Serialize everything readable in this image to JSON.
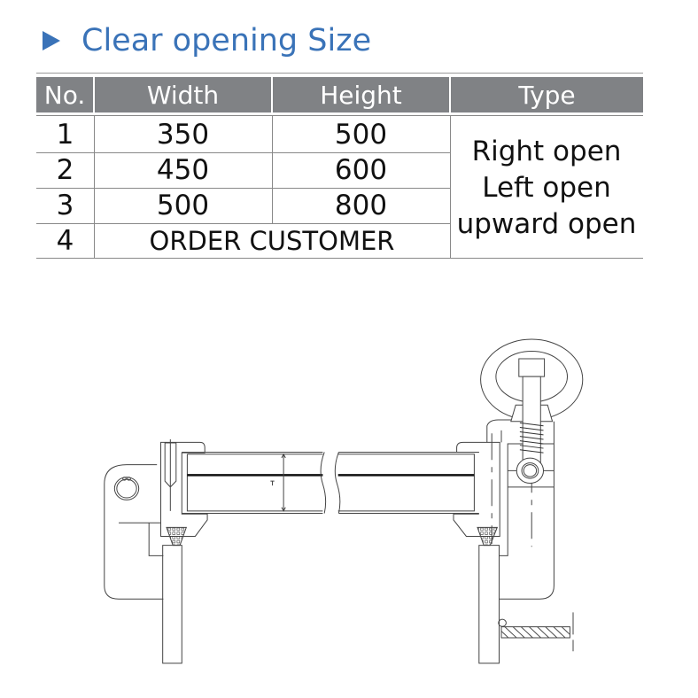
{
  "heading": {
    "icon": "play-triangle-icon",
    "text": "Clear opening Size",
    "color": "#3a73b8"
  },
  "table": {
    "header_color": "#808285",
    "columns": [
      "No.",
      "Width",
      "Height",
      "Type"
    ],
    "rows": [
      {
        "no": "1",
        "width": "350",
        "height": "500"
      },
      {
        "no": "2",
        "width": "450",
        "height": "600"
      },
      {
        "no": "3",
        "width": "500",
        "height": "800"
      },
      {
        "no": "4",
        "merged": "ORDER CUSTOMER"
      }
    ],
    "types": [
      "Right open",
      "Left open",
      "upward open"
    ]
  },
  "drawing": {
    "dimension_label": "T"
  }
}
